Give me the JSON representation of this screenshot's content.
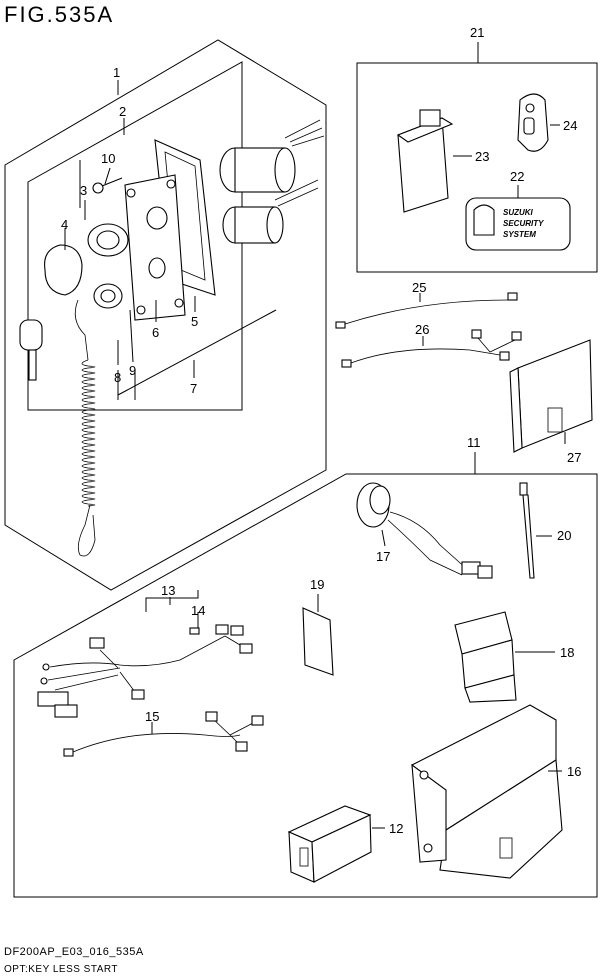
{
  "header": {
    "figure_label": "FIG.535A"
  },
  "footer": {
    "code": "DF200AP_E03_016_535A",
    "description": "OPT:KEY LESS START"
  },
  "callouts": {
    "c1": "1",
    "c2": "2",
    "c3": "3",
    "c4": "4",
    "c5": "5",
    "c6": "6",
    "c7": "7",
    "c8": "8",
    "c9": "9",
    "c10": "10",
    "c11": "11",
    "c12": "12",
    "c13": "13",
    "c14": "14",
    "c15": "15",
    "c16": "16",
    "c17": "17",
    "c18": "18",
    "c19": "19",
    "c20": "20",
    "c21": "21",
    "c22": "22",
    "c23": "23",
    "c24": "24",
    "c25": "25",
    "c26": "26",
    "c27": "27"
  },
  "label_22": {
    "line1": "SUZUKI",
    "line2": "SECURITY",
    "line3": "SYSTEM"
  }
}
